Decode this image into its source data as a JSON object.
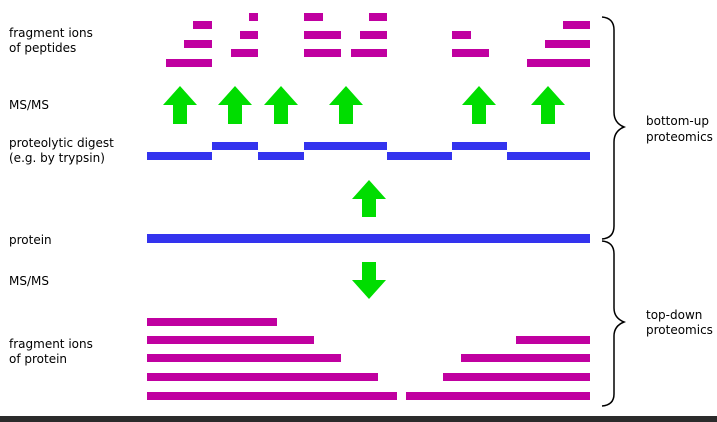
{
  "colors": {
    "peptide": "#c000a0",
    "digest": "#3333ee",
    "protein": "#3333ee",
    "arrow": "#00dd00",
    "fragment": "#c000a0",
    "brace": "#000000"
  },
  "labels": {
    "fragment_ions_peptides": [
      "fragment ions",
      "of peptides"
    ],
    "msms_top": "MS/MS",
    "proteolytic_digest": [
      "proteolytic digest",
      "(e.g. by trypsin)"
    ],
    "protein": "protein",
    "msms_bottom": "MS/MS",
    "fragment_ions_protein": [
      "fragment ions",
      "of protein"
    ]
  },
  "braces": {
    "bottom_up": [
      "bottom-up",
      "proteomics"
    ],
    "top_down": [
      "top-down",
      "proteomics"
    ]
  }
}
